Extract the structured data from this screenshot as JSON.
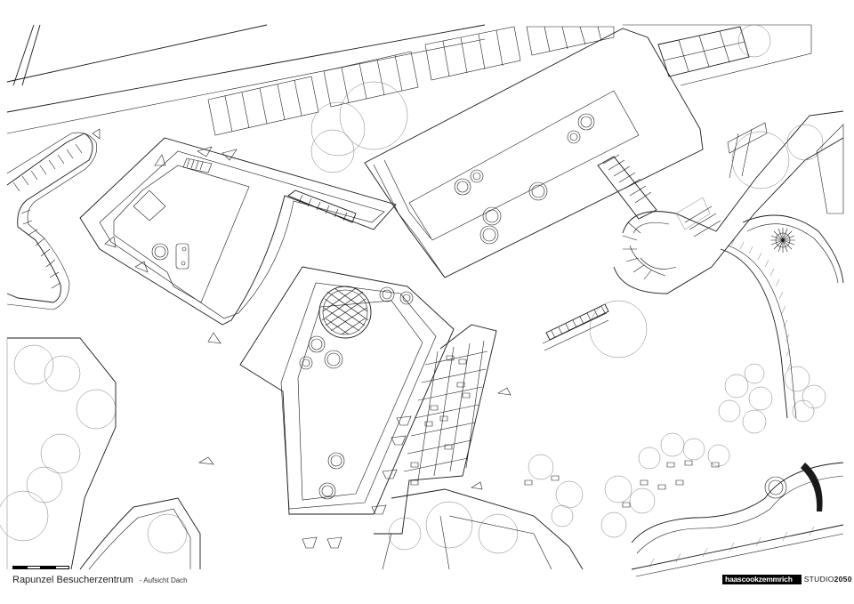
{
  "drawing": {
    "title": "Rapunzel Besucherzentrum",
    "subtitle": "- Aufsicht Dach"
  },
  "credits": {
    "firm": "haascookzemmrich",
    "studio_prefix": "STUDIO",
    "studio_number": "2050"
  },
  "colors": {
    "line": "#1a1a1a",
    "background": "#ffffff",
    "brand_block": "#000000"
  },
  "icons": [
    "north-arrow-icon",
    "scale-bar-icon",
    "section-marker-icon",
    "sun-star-icon"
  ]
}
